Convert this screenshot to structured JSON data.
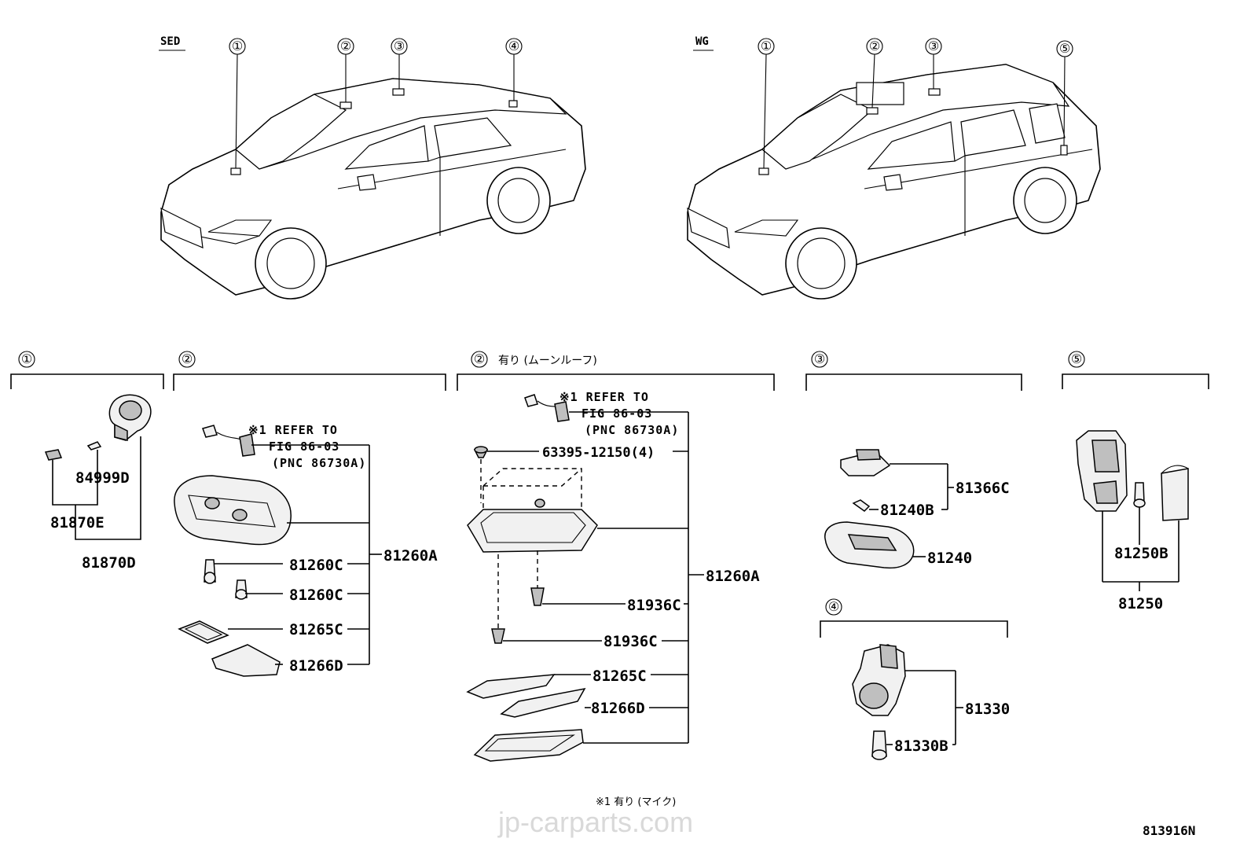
{
  "top": {
    "sedan_tag": "SED",
    "wagon_tag": "WG",
    "sedan_callouts": [
      "①",
      "②",
      "③",
      "④"
    ],
    "wagon_callouts": [
      "①",
      "②",
      "③",
      "⑤"
    ]
  },
  "sections": {
    "s1": {
      "marker": "①",
      "parts": [
        "84999D",
        "81870E",
        "81870D"
      ]
    },
    "s2": {
      "marker": "②",
      "note_lines": [
        "※1 REFER TO",
        "FIG 86-03",
        "(PNC 86730A)"
      ],
      "parts": [
        "81260C",
        "81260C",
        "81265C",
        "81266D"
      ],
      "assembly": "81260A"
    },
    "s2m": {
      "marker": "②",
      "title": "有り (ムーンルーフ)",
      "note_lines": [
        "※1 REFER TO",
        "FIG 86-03",
        "(PNC 86730A)"
      ],
      "screw": "63395-12150(4)",
      "parts": [
        "81936C",
        "81936C",
        "81265C",
        "81266D"
      ],
      "assembly": "81260A"
    },
    "s3": {
      "marker": "③",
      "parts": [
        "81366C",
        "81240B",
        "81240"
      ]
    },
    "s4": {
      "marker": "④",
      "parts": [
        "81330",
        "81330B"
      ]
    },
    "s5": {
      "marker": "⑤",
      "parts": [
        "81250B",
        "81250"
      ]
    }
  },
  "footnote": "※1 有り (マイク)",
  "watermark": "jp-carparts.com",
  "figure_code": "813916N"
}
